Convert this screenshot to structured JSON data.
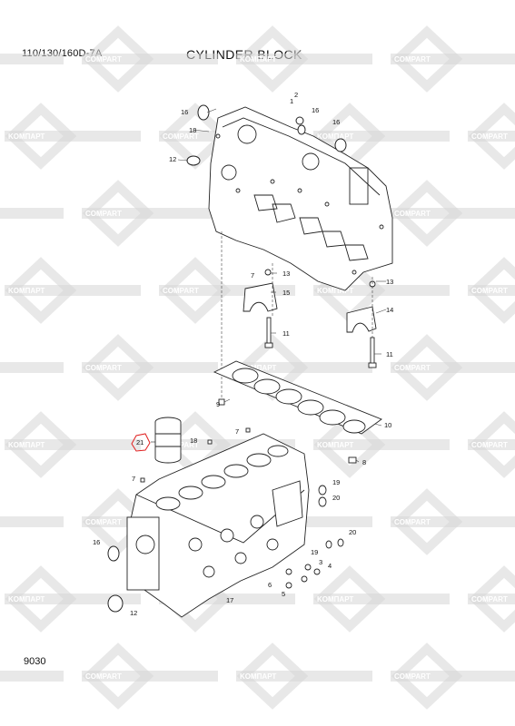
{
  "header": {
    "model": "110/130/160D-7A",
    "title": "CYLINDER BLOCK"
  },
  "footer": {
    "page_number": "9030"
  },
  "watermark": {
    "text_ru": "KOMПАРТ",
    "text_en": "COMPART",
    "color": "#d6d6d6"
  },
  "callouts": [
    "1",
    "2",
    "3",
    "4",
    "5",
    "6",
    "7",
    "7",
    "7",
    "8",
    "9",
    "10",
    "11",
    "11",
    "12",
    "12",
    "13",
    "13",
    "14",
    "15",
    "16",
    "16",
    "16",
    "16",
    "17",
    "18",
    "18",
    "19",
    "19",
    "20",
    "20",
    "21"
  ],
  "highlight_color": "#e02020"
}
